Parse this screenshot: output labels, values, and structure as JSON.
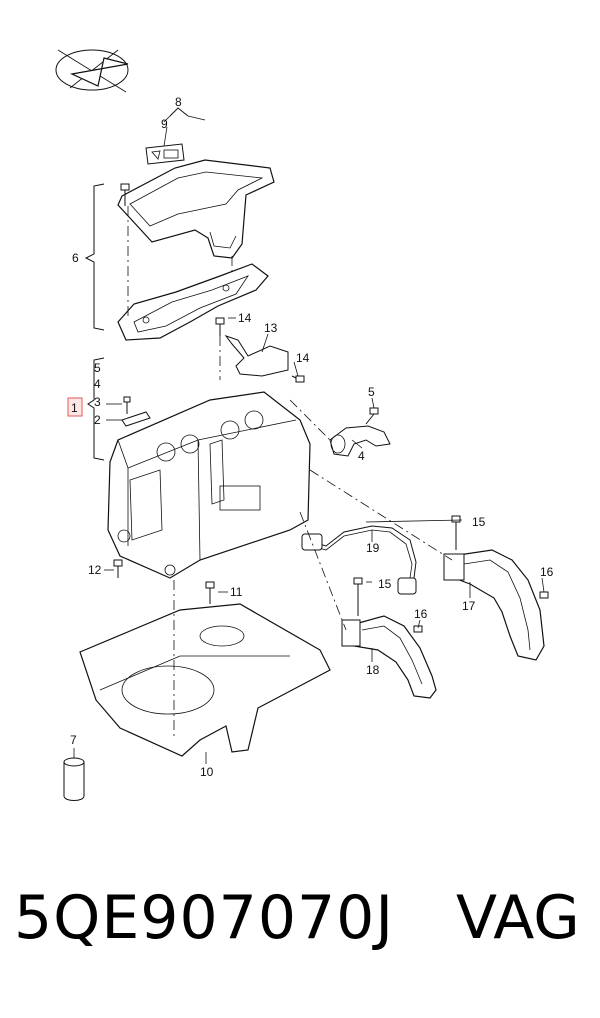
{
  "diagram": {
    "callouts": {
      "c1": "1",
      "c2": "2",
      "c3": "3",
      "c4": "4",
      "c5": "5",
      "c6": "6",
      "c7": "7",
      "c8": "8",
      "c9": "9",
      "c10": "10",
      "c11": "11",
      "c12": "12",
      "c13": "13",
      "c14a": "14",
      "c14b": "14",
      "c15a": "15",
      "c15b": "15",
      "c16a": "16",
      "c16b": "16",
      "c17": "17",
      "c18": "18",
      "c19": "19",
      "c4b": "4",
      "c5b": "5"
    },
    "highlight_color": "#e05a5a"
  },
  "footer": {
    "part_number": "5QE907070J",
    "brand": "VAG"
  }
}
